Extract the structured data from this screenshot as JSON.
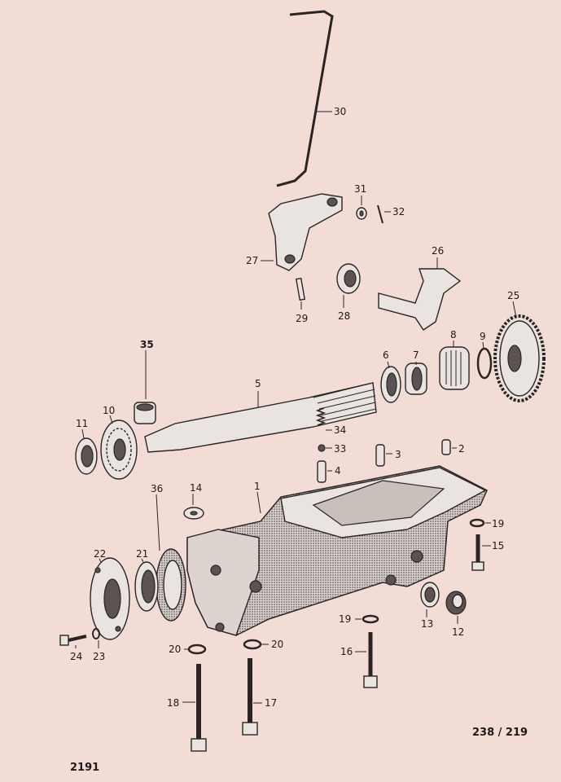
{
  "figure_number": "2191",
  "page_reference": "238 / 219",
  "callouts": {
    "p30": "30",
    "p31": "31",
    "p32": "32",
    "p27": "27",
    "p29": "29",
    "p28": "28",
    "p26": "26",
    "p25": "25",
    "p35": "35",
    "p5": "5",
    "p6": "6",
    "p7": "7",
    "p8": "8",
    "p9": "9",
    "p10": "10",
    "p11": "11",
    "p34": "34",
    "p33": "33",
    "p3": "3",
    "p2": "2",
    "p4": "4",
    "p14": "14",
    "p1": "1",
    "p36": "36",
    "p19a": "19",
    "p15": "15",
    "p22": "22",
    "p21": "21",
    "p13": "13",
    "p12": "12",
    "p19b": "19",
    "p16": "16",
    "p20a": "20",
    "p20b": "20",
    "p24": "24",
    "p23": "23",
    "p18": "18",
    "p17": "17"
  },
  "colors": {
    "paper": "#f3dcd6",
    "ink": "#2a2424"
  }
}
